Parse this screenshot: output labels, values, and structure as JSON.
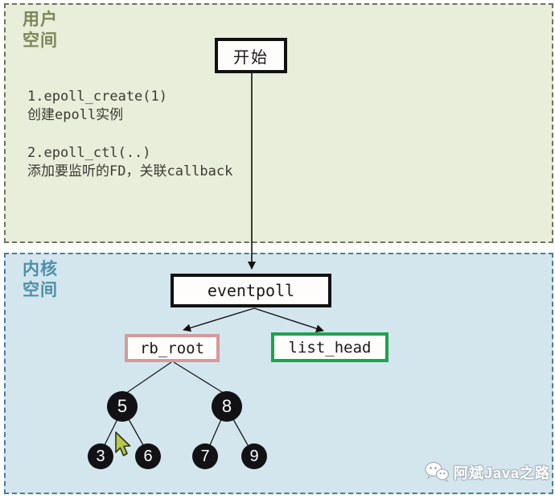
{
  "user_space": {
    "title_line1": "用户",
    "title_line2": "空间",
    "start_box_label": "开始",
    "notes": [
      {
        "line1": "1.epoll_create(1)",
        "line2": "创建epoll实例"
      },
      {
        "line1": "2.epoll_ctl(..)",
        "line2": "添加要监听的FD，关联callback"
      }
    ]
  },
  "kernel_space": {
    "title_line1": "内核",
    "title_line2": "空间",
    "eventpoll_box_label": "eventpoll",
    "rb_root_box_label": "rb_root",
    "list_head_box_label": "list_head",
    "rb_tree": {
      "nodes": [
        {
          "value": "5"
        },
        {
          "value": "8"
        },
        {
          "value": "3"
        },
        {
          "value": "6"
        },
        {
          "value": "7"
        },
        {
          "value": "9"
        }
      ],
      "edges": [
        "rb_root-5",
        "rb_root-8",
        "5-3",
        "5-6",
        "8-7",
        "8-9"
      ]
    },
    "flow_edges": [
      "start-eventpoll",
      "eventpoll-rb_root",
      "eventpoll-list_head"
    ]
  },
  "watermark": {
    "icon": "wechat-icon",
    "text": "阿斌Java之路"
  },
  "cursor": {
    "icon": "mouse-cursor-icon"
  },
  "colors": {
    "user_bg": "#e9eedb",
    "user_border": "#6e7458",
    "user_title": "#7b8756",
    "kernel_bg": "#d3e6ee",
    "kernel_border": "#487e97",
    "kernel_title": "#4e90a8",
    "flow_border": "#111111",
    "rb_root_border": "#d59a9b",
    "list_head_border": "#1fa24d",
    "node_fill": "#121216",
    "note_text": "#3a3a31",
    "cursor_fill": "#b6c74b"
  }
}
